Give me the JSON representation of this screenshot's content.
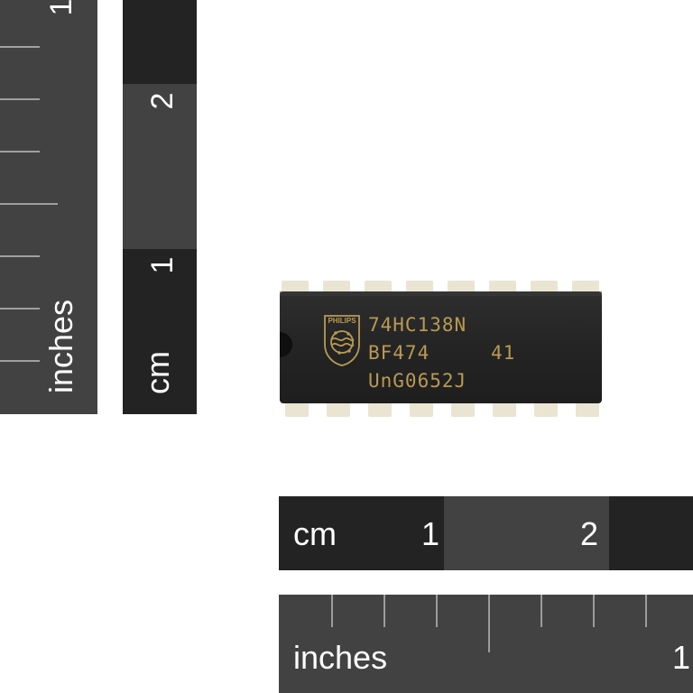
{
  "vertical_inch_ruler": {
    "unit_label": "inches",
    "number_label": "1"
  },
  "vertical_cm_ruler": {
    "unit_label": "cm",
    "labels": [
      "1",
      "2"
    ]
  },
  "horizontal_cm_ruler": {
    "unit_label": "cm",
    "labels": [
      "1",
      "2"
    ]
  },
  "horizontal_inch_ruler": {
    "unit_label": "inches",
    "number_label": "1"
  },
  "chip": {
    "brand": "PHILIPS",
    "line1": "74HC138N",
    "line2_left": "BF474",
    "line2_right": "41",
    "line3": "UnG0652J",
    "pin_count": 16,
    "colors": {
      "body": "#262626",
      "pins": "#eae4d2",
      "marking": "#b89a55"
    }
  },
  "colors": {
    "ruler_dark": "#232323",
    "ruler_mid": "#424242",
    "tick": "#d8d8d8",
    "label": "#ffffff"
  }
}
